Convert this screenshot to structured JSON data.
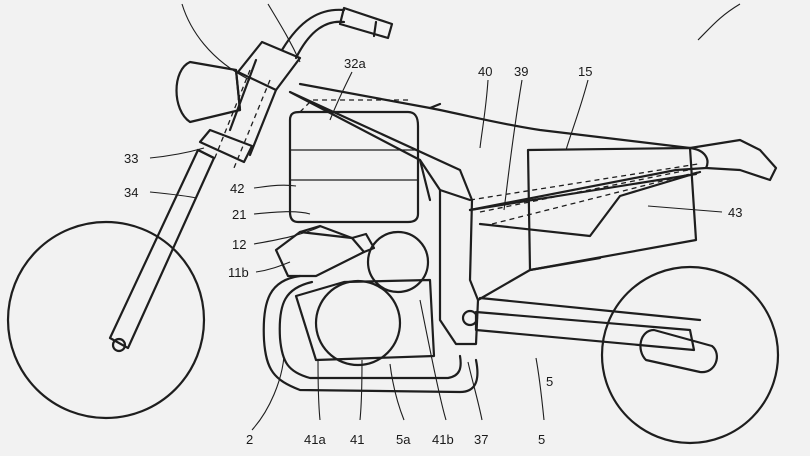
{
  "labels": {
    "l_33": "33",
    "l_34": "34",
    "l_32a": "32a",
    "l_42": "42",
    "l_21": "21",
    "l_12": "12",
    "l_11b": "11b",
    "l_40": "40",
    "l_39": "39",
    "l_15": "15",
    "l_43": "43",
    "l_2": "2",
    "l_41a": "41a",
    "l_41": "41",
    "l_5a": "5a",
    "l_41b": "41b",
    "l_37": "37",
    "l_5": "5"
  }
}
